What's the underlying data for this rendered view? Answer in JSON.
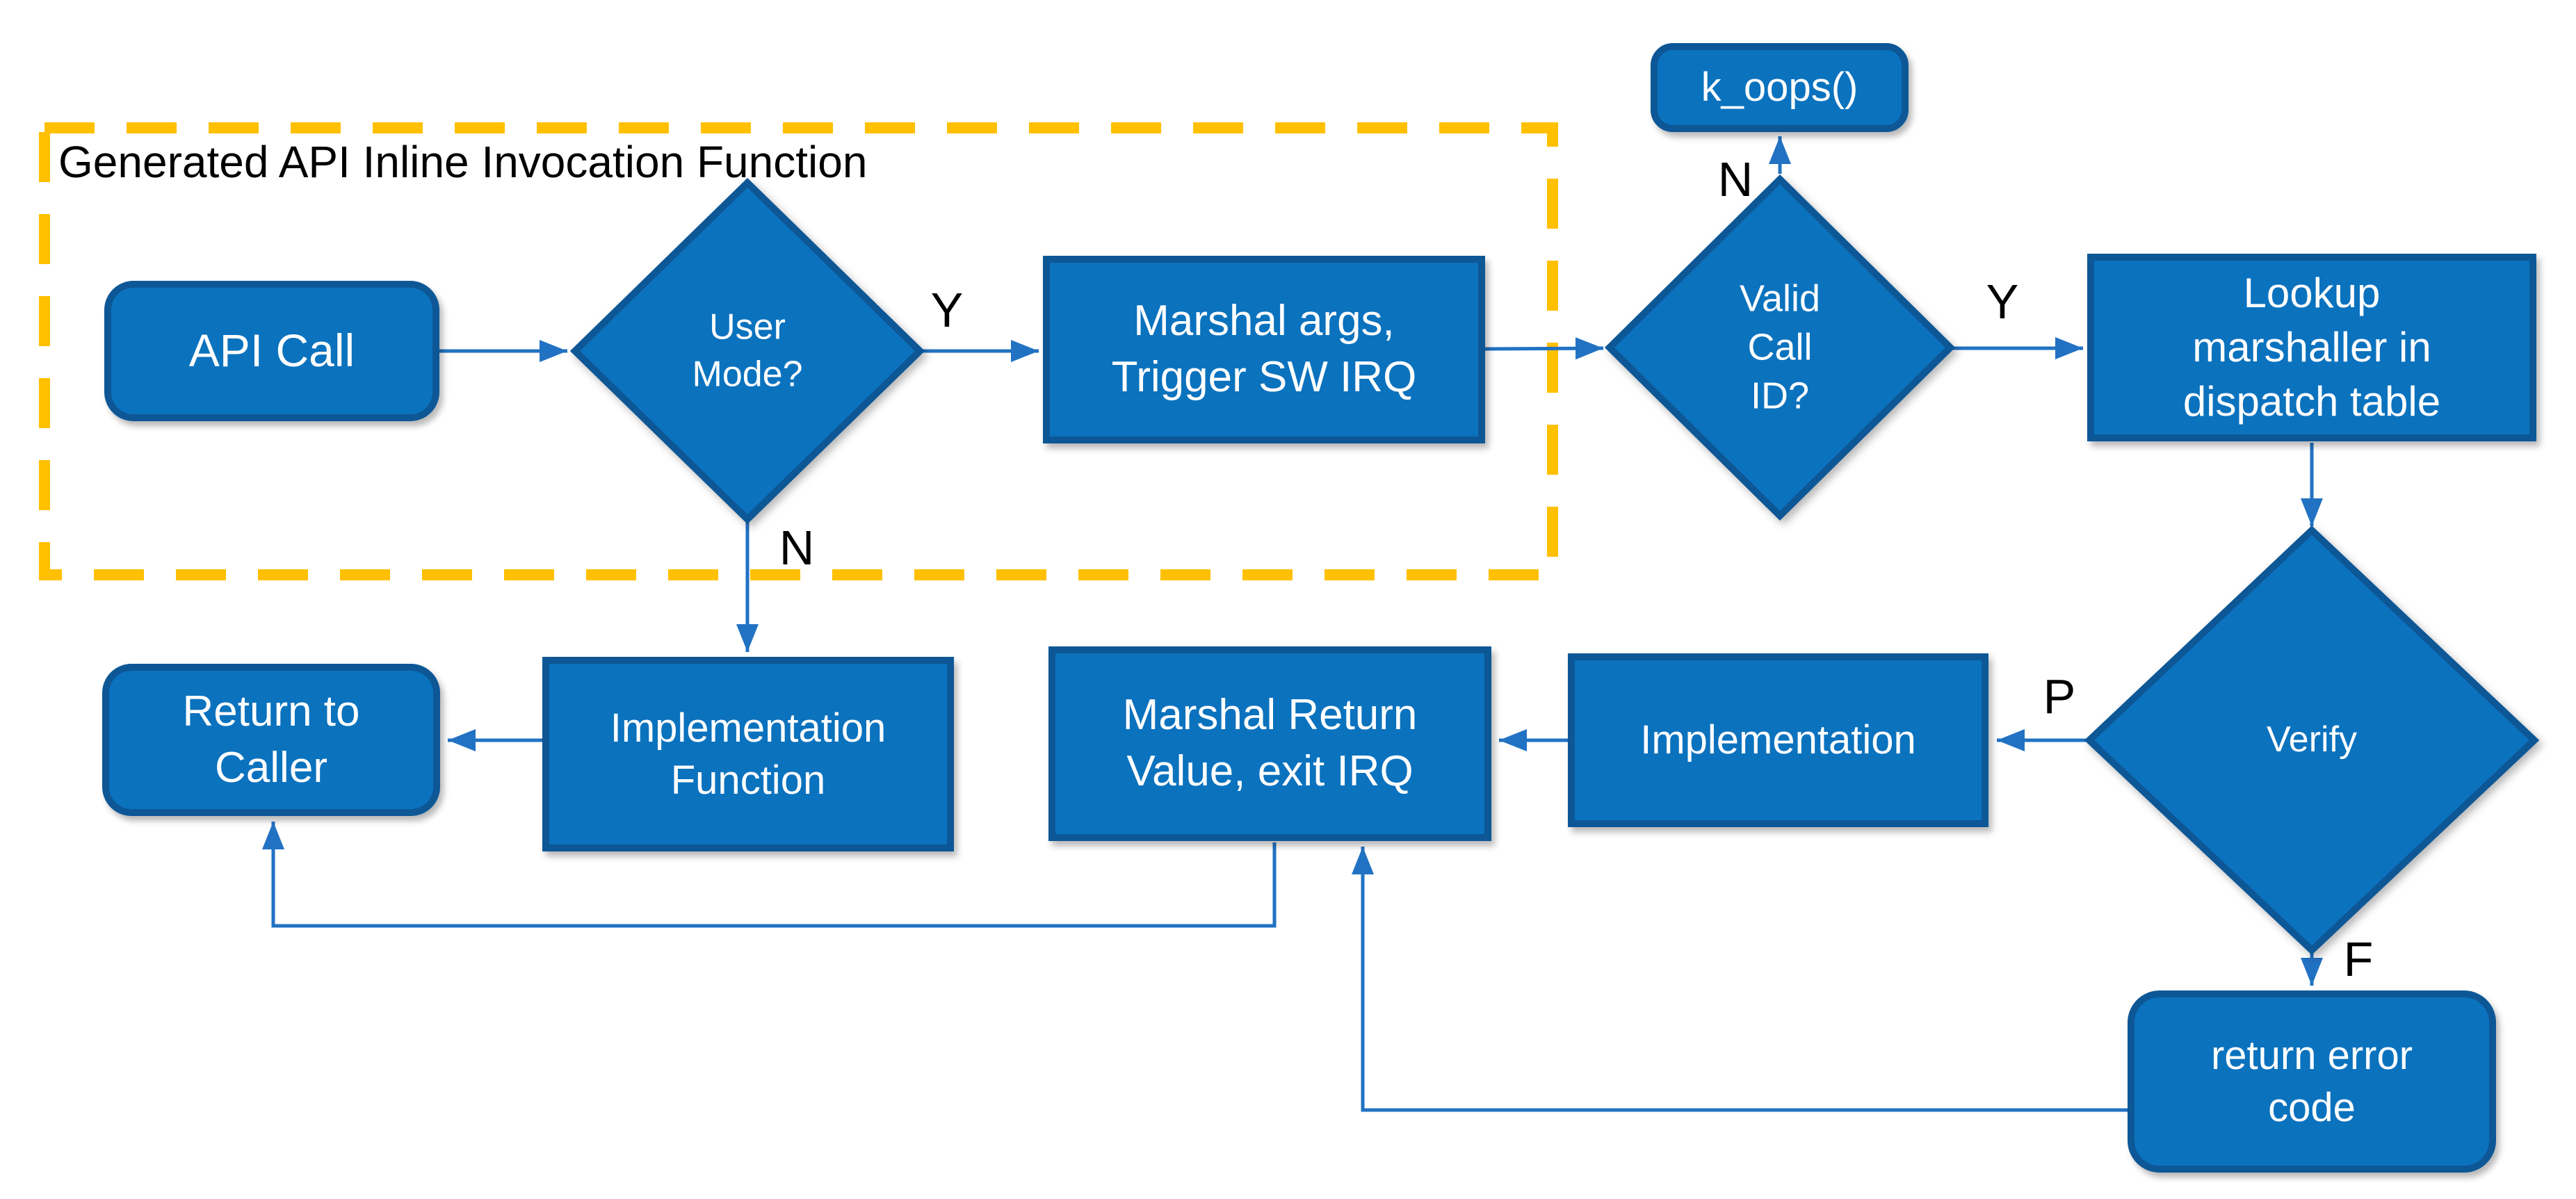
{
  "diagram": {
    "type": "flowchart",
    "group": {
      "label": "Generated API Inline Invocation Function"
    },
    "nodes": {
      "api_call": {
        "label": "API Call"
      },
      "user_mode": {
        "label": "User\nMode?"
      },
      "marshal_args": {
        "label": "Marshal args,\nTrigger SW IRQ"
      },
      "k_oops": {
        "label": "k_oops()"
      },
      "valid_call_id": {
        "label": "Valid\nCall\nID?"
      },
      "lookup_marshaller": {
        "label": "Lookup\nmarshaller in\ndispatch table"
      },
      "verify": {
        "label": "Verify"
      },
      "implementation": {
        "label": "Implementation"
      },
      "marshal_return": {
        "label": "Marshal Return\nValue, exit IRQ"
      },
      "implementation_function": {
        "label": "Implementation\nFunction"
      },
      "return_to_caller": {
        "label": "Return to\nCaller"
      },
      "return_error_code": {
        "label": "return error\ncode"
      }
    },
    "edge_labels": {
      "user_mode_yes": "Y",
      "user_mode_no": "N",
      "valid_call_no": "N",
      "valid_call_yes": "Y",
      "verify_pass": "P",
      "verify_fail": "F"
    },
    "colors": {
      "node_fill": "#0B72BE",
      "node_border": "#0D5796",
      "node_text": "#FFFFFF",
      "connector": "#2272C3",
      "group_border": "#FFC000",
      "label_text": "#000000",
      "background": "#FFFFFF"
    }
  }
}
